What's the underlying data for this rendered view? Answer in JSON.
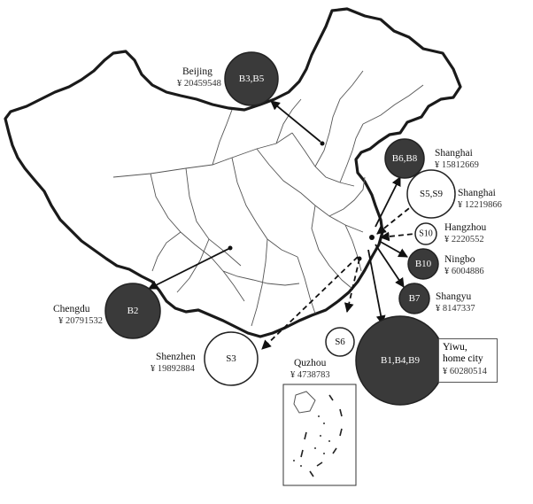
{
  "nodes": [
    {
      "id": "B3,B5",
      "city": "Beijing",
      "amount": "¥ 20459548",
      "kind": "buyer"
    },
    {
      "id": "B6,B8",
      "city": "Shanghai",
      "amount": "¥ 15812669",
      "kind": "buyer"
    },
    {
      "id": "S5,S9",
      "city": "Shanghai",
      "amount": "¥ 12219866",
      "kind": "supplier"
    },
    {
      "id": "S10",
      "city": "Hangzhou",
      "amount": "¥ 2220552",
      "kind": "supplier"
    },
    {
      "id": "B10",
      "city": "Ningbo",
      "amount": "¥ 6004886",
      "kind": "buyer"
    },
    {
      "id": "B7",
      "city": "Shangyu",
      "amount": "¥ 8147337",
      "kind": "buyer"
    },
    {
      "id": "B2",
      "city": "Chengdu",
      "amount": "¥ 20791532",
      "kind": "buyer"
    },
    {
      "id": "S3",
      "city": "Shenzhen",
      "amount": "¥ 19892884",
      "kind": "supplier"
    },
    {
      "id": "S6",
      "city": "Quzhou",
      "amount": "¥ 4738783",
      "kind": "supplier"
    },
    {
      "id": "B1,B4,B9",
      "city": "Yiwu,",
      "city2": "home city",
      "amount": "¥ 60280514",
      "kind": "buyer"
    }
  ],
  "colors": {
    "buyer": "#3a3a3a",
    "supplier": "#ffffff",
    "outline": "#222222",
    "border": "#1a1a1a",
    "province": "#555555"
  }
}
